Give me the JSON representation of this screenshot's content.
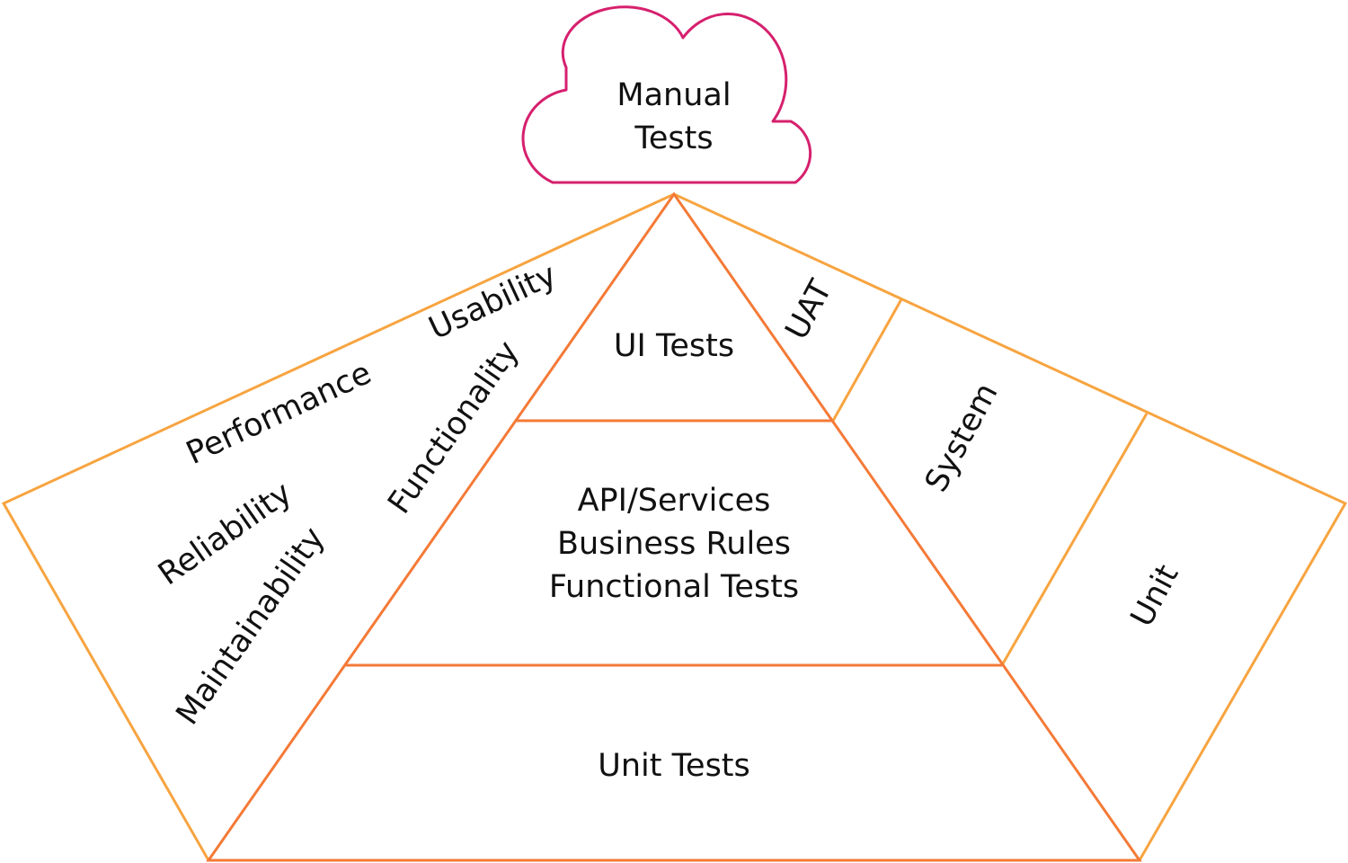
{
  "colors": {
    "cloud_stroke": "#d6206e",
    "outer_stroke": "#f7a440",
    "pyramid_stroke": "#f47a37",
    "text": "#111111",
    "background": "#ffffff"
  },
  "cloud": {
    "line1": "Manual",
    "line2": "Tests"
  },
  "pyramid": {
    "top": "UI Tests",
    "middle": {
      "line1": "API/Services",
      "line2": "Business Rules",
      "line3": "Functional Tests"
    },
    "bottom": "Unit Tests"
  },
  "left_wing": {
    "performance": "Performance",
    "usability": "Usability",
    "reliability": "Reliability",
    "maintainability": "Maintainability",
    "functionality": "Functionality"
  },
  "right_wing": {
    "uat": "UAT",
    "system": "System",
    "unit": "Unit"
  }
}
